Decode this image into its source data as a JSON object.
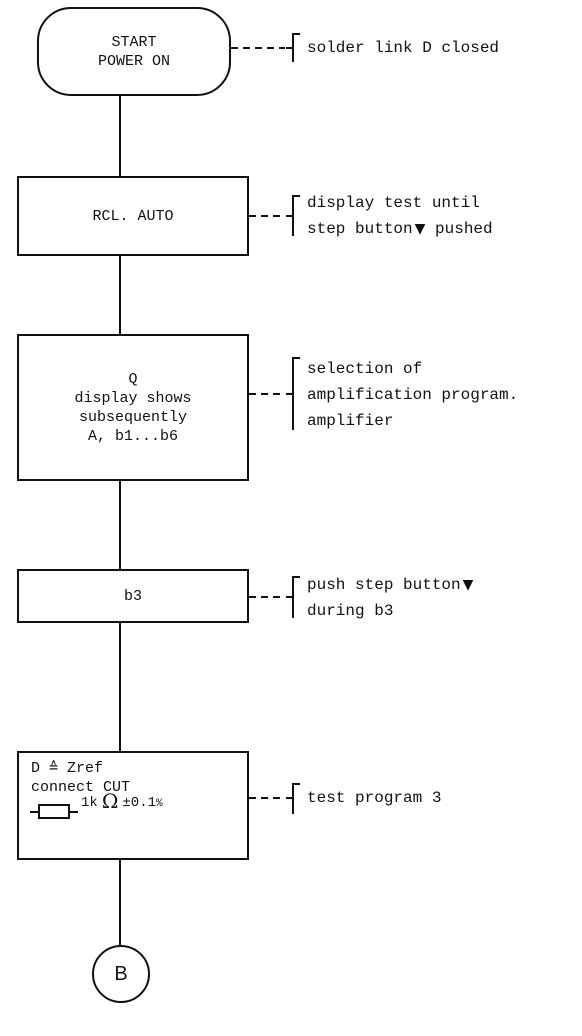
{
  "steps": [
    {
      "lines": [
        "START",
        "POWER ON"
      ],
      "note": [
        "solder link D closed"
      ]
    },
    {
      "lines": [
        "RCL. AUTO"
      ],
      "note": [
        "display test until",
        "step button"
      ],
      "note_tail": "pushed"
    },
    {
      "lines": [
        "Q",
        "display shows",
        "subsequently",
        "A, b1...b6"
      ],
      "note": [
        "selection of",
        "amplification program.",
        "amplifier"
      ]
    },
    {
      "lines": [
        "b3"
      ],
      "note": [
        "push step button",
        "during b3"
      ]
    },
    {
      "lines": [
        "D ≙ Zref",
        "connect CUT"
      ],
      "resistor": {
        "value": "1k",
        "unit": "Ω",
        "tolerance": "±0.1",
        "percent": "%"
      },
      "note": [
        "test program 3"
      ]
    }
  ],
  "connector": {
    "label": "B"
  },
  "icons": {
    "step_button": "down-triangle-icon",
    "resistor": "resistor-icon",
    "bracket": "bracket-icon"
  }
}
